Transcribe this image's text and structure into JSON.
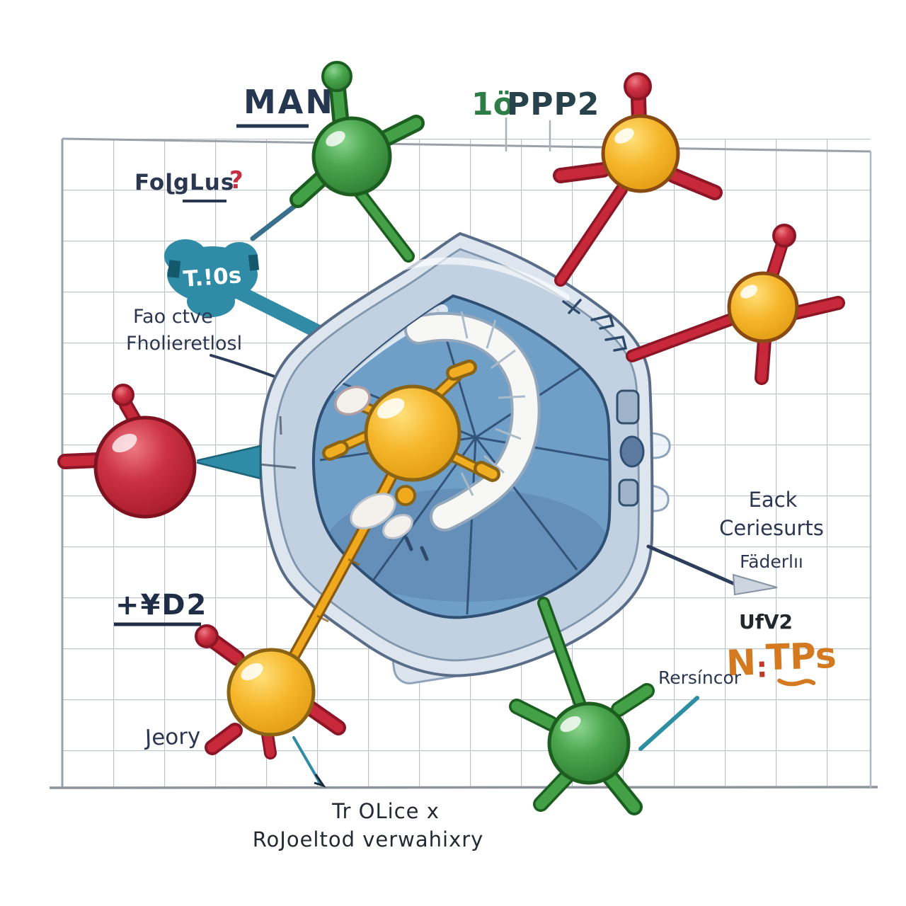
{
  "palette": {
    "navy_text": "#2b3750",
    "dark_text": "#232a33",
    "green": "#43a047",
    "green_dark": "#1b5e20",
    "red": "#c8293a",
    "red_dark": "#8c1626",
    "yellow": "#f2ae22",
    "yellow_dark": "#8a6414",
    "gold_rod": "#f0a81c",
    "teal": "#2f8ba6",
    "teal_dark": "#14586b",
    "steel_blue": "#39708e",
    "orange": "#d4791f",
    "hex_glass": "#dde6ef",
    "hex_rim": "#c2d1e1",
    "hex_inner": "#6f9ec7",
    "hex_line": "#2f4f73",
    "grid_line": "#b8bec6",
    "grid_border": "#9aa1a9",
    "arrowhead_gray": "#cdd6df"
  },
  "labels": {
    "man": "MAN",
    "toppp2_prefix": "1ö",
    "toppp2_rest": "PPP2",
    "folglus": "FoɭgLus",
    "question_mark": "?",
    "blob": "T.!0s",
    "active_line1": "Fao ctve",
    "active_line2": "Fholieretlosl",
    "ad2": "+¥D2",
    "jeory": "Jeory",
    "bottom_line1": "Tr OLice x",
    "bottom_line2": "RoJoeltod verwahixry",
    "each_line1": "Eack",
    "each_line2": "Ceriesurts",
    "faderlu": "Fäderlıı",
    "ufv2": "UfV2",
    "ntps_n": "N",
    "ntps_colon": ":",
    "ntps_rest": "TPs",
    "rersincor": "Rersíncor"
  }
}
